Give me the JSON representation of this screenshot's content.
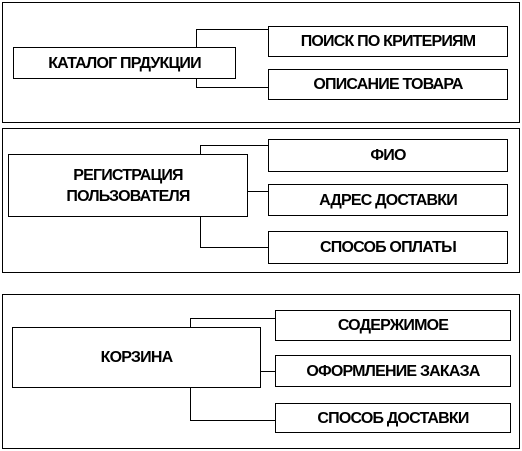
{
  "panels": [
    {
      "main": "КАТАЛОГ ПРДУКЦИИ",
      "children": [
        "ПОИСК ПО КРИТЕРИЯМ",
        "ОПИСАНИЕ ТОВАРА"
      ]
    },
    {
      "main": "РЕГИСТРАЦИЯ\nПОЛЬЗОВАТЕЛЯ",
      "children": [
        "ФИО",
        "АДРЕС ДОСТАВКИ",
        "СПОСОБ ОПЛАТЫ"
      ]
    },
    {
      "main": "КОРЗИНА",
      "children": [
        "СОДЕРЖИМОЕ",
        "ОФОРМЛЕНИЕ ЗАКАЗА",
        "СПОСОБ ДОСТАВКИ"
      ]
    }
  ]
}
